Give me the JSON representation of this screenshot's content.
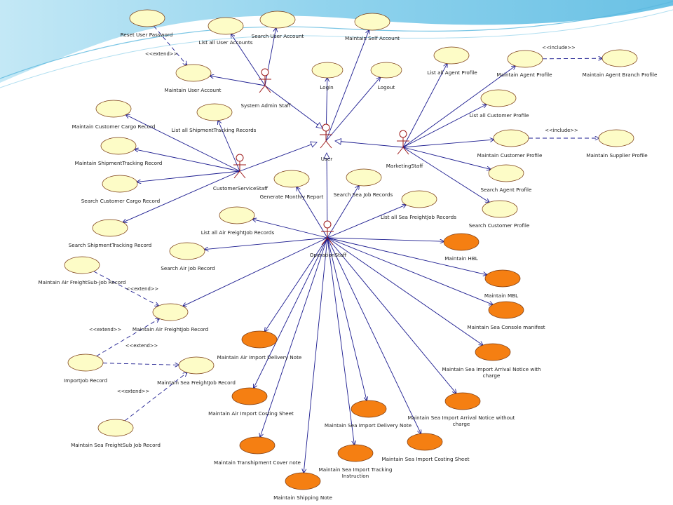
{
  "palette": {
    "plain_fill": "#fdfcc7",
    "highlight_fill": "#f57f12",
    "use_case_stroke": "#7a3a12",
    "actor_color": "#9e1a1a",
    "association_color": "#1b1b8f",
    "header_wave": "#8dd0ea"
  },
  "actors": [
    {
      "id": "admin",
      "label": "System Admin Staff"
    },
    {
      "id": "user",
      "label": "User"
    },
    {
      "id": "marketing",
      "label": "MarketingStaff"
    },
    {
      "id": "css",
      "label": "CustomerServiceStaff"
    },
    {
      "id": "ops",
      "label": "OperationStaff"
    }
  ],
  "use_cases": [
    {
      "id": "reset_pw",
      "label": "Reset User Password",
      "highlight": false
    },
    {
      "id": "list_user",
      "label": "List all User Accounts",
      "highlight": false
    },
    {
      "id": "search_user",
      "label": "Search User Account",
      "highlight": false
    },
    {
      "id": "self_acct",
      "label": "Maintain Self Account",
      "highlight": false
    },
    {
      "id": "maint_user",
      "label": "Maintain User Account",
      "highlight": false
    },
    {
      "id": "login",
      "label": "Login",
      "highlight": false
    },
    {
      "id": "logout",
      "label": "Logout",
      "highlight": false
    },
    {
      "id": "list_agent",
      "label": "List all Agent Profile",
      "highlight": false
    },
    {
      "id": "maint_agent",
      "label": "Maintain Agent Profile",
      "highlight": false
    },
    {
      "id": "agent_branch",
      "label": "Maintain Agent Branch Profile",
      "highlight": false
    },
    {
      "id": "list_cust",
      "label": "List all Customer Profile",
      "highlight": false
    },
    {
      "id": "maint_cust",
      "label": "Maintain Customer Profile",
      "highlight": false
    },
    {
      "id": "supplier",
      "label": "Maintain Supplier Profile",
      "highlight": false
    },
    {
      "id": "search_agent",
      "label": "Search Agent Profile",
      "highlight": false
    },
    {
      "id": "search_cust",
      "label": "Search Customer Profile",
      "highlight": false
    },
    {
      "id": "cust_cargo",
      "label": "Maintain Customer Cargo Record",
      "highlight": false
    },
    {
      "id": "list_ship",
      "label": "List all ShipmentTracking Records",
      "highlight": false
    },
    {
      "id": "maint_ship",
      "label": "Maintain ShipmentTracking Record",
      "highlight": false
    },
    {
      "id": "search_cargo",
      "label": "Search Customer Cargo Record",
      "highlight": false
    },
    {
      "id": "search_ship",
      "label": "Search ShipmentTracking Record",
      "highlight": false
    },
    {
      "id": "gen_report",
      "label": "Generate Monthly Report",
      "highlight": false
    },
    {
      "id": "search_sea",
      "label": "Search Sea Job Records",
      "highlight": false
    },
    {
      "id": "list_sea",
      "label": "List all Sea FreightJob Records",
      "highlight": false
    },
    {
      "id": "list_air",
      "label": "List all Air FreightJob Records",
      "highlight": false
    },
    {
      "id": "search_air",
      "label": "Search Air Job Record",
      "highlight": false
    },
    {
      "id": "air_sub",
      "label": "Maintain Air FreightSub-Job Record",
      "highlight": false
    },
    {
      "id": "air_job",
      "label": "Maintain Air FreightJob Record",
      "highlight": false
    },
    {
      "id": "import_job",
      "label": "ImportJob Record",
      "highlight": false
    },
    {
      "id": "sea_job",
      "label": "Maintain Sea FreightJob Record",
      "highlight": false
    },
    {
      "id": "sea_sub",
      "label": "Maintain Sea FreightSub Job Record",
      "highlight": false
    },
    {
      "id": "hbl",
      "label": "Maintain HBL",
      "highlight": true
    },
    {
      "id": "mbl",
      "label": "Maintain MBL",
      "highlight": true
    },
    {
      "id": "console",
      "label": "Maintain Sea Console manifest",
      "highlight": true
    },
    {
      "id": "arr_charge",
      "label": "Maintain Sea Import Arrival Notice with charge",
      "highlight": true
    },
    {
      "id": "air_delivery",
      "label": "Maintain Air Import Delivery Note",
      "highlight": true
    },
    {
      "id": "air_costing",
      "label": "Maintain Air Import Costing Sheet",
      "highlight": true
    },
    {
      "id": "arr_nocharge",
      "label": "Maintain Sea Import Arrival Notice without charge",
      "highlight": true
    },
    {
      "id": "sea_delivery",
      "label": "Maintain Sea Import Delivery Note",
      "highlight": true
    },
    {
      "id": "sea_costing",
      "label": "Maintain Sea Import Costing Sheet",
      "highlight": true
    },
    {
      "id": "transhipment",
      "label": "Maintain Transhipment Cover note",
      "highlight": true
    },
    {
      "id": "sea_tracking",
      "label": "Maintain Sea Import Tracking Instruction",
      "highlight": true
    },
    {
      "id": "shipping",
      "label": "Maintain Shipping Note",
      "highlight": true
    }
  ],
  "associations": [
    {
      "from": "admin",
      "to": "list_user"
    },
    {
      "from": "admin",
      "to": "search_user"
    },
    {
      "from": "admin",
      "to": "maint_user"
    },
    {
      "from": "marketing",
      "to": "list_agent"
    },
    {
      "from": "marketing",
      "to": "maint_agent"
    },
    {
      "from": "marketing",
      "to": "list_cust"
    },
    {
      "from": "marketing",
      "to": "maint_cust"
    },
    {
      "from": "marketing",
      "to": "search_agent"
    },
    {
      "from": "marketing",
      "to": "search_cust"
    },
    {
      "from": "css",
      "to": "cust_cargo"
    },
    {
      "from": "css",
      "to": "list_ship"
    },
    {
      "from": "css",
      "to": "maint_ship"
    },
    {
      "from": "css",
      "to": "search_cargo"
    },
    {
      "from": "css",
      "to": "search_ship"
    },
    {
      "from": "user",
      "to": "login"
    },
    {
      "from": "user",
      "to": "logout"
    },
    {
      "from": "user",
      "to": "self_acct"
    },
    {
      "from": "ops",
      "to": "gen_report"
    },
    {
      "from": "ops",
      "to": "search_sea"
    },
    {
      "from": "ops",
      "to": "list_sea"
    },
    {
      "from": "ops",
      "to": "list_air"
    },
    {
      "from": "ops",
      "to": "search_air"
    },
    {
      "from": "ops",
      "to": "air_job"
    },
    {
      "from": "ops",
      "to": "hbl"
    },
    {
      "from": "ops",
      "to": "mbl"
    },
    {
      "from": "ops",
      "to": "console"
    },
    {
      "from": "ops",
      "to": "arr_charge"
    },
    {
      "from": "ops",
      "to": "air_delivery"
    },
    {
      "from": "ops",
      "to": "air_costing"
    },
    {
      "from": "ops",
      "to": "arr_nocharge"
    },
    {
      "from": "ops",
      "to": "sea_delivery"
    },
    {
      "from": "ops",
      "to": "sea_costing"
    },
    {
      "from": "ops",
      "to": "transhipment"
    },
    {
      "from": "ops",
      "to": "sea_tracking"
    },
    {
      "from": "ops",
      "to": "shipping"
    }
  ],
  "generalizations": [
    {
      "from": "admin",
      "to": "user"
    },
    {
      "from": "css",
      "to": "user"
    },
    {
      "from": "marketing",
      "to": "user"
    },
    {
      "from": "ops",
      "to": "user"
    }
  ],
  "dependencies": [
    {
      "id": "d1",
      "from": "reset_pw",
      "to": "maint_user",
      "label": "<<extend>>"
    },
    {
      "id": "d2",
      "from": "maint_agent",
      "to": "agent_branch",
      "label": "<<include>>"
    },
    {
      "id": "d3",
      "from": "maint_cust",
      "to": "supplier",
      "label": "<<include>>"
    },
    {
      "id": "d4",
      "from": "air_sub",
      "to": "air_job",
      "label": "<<extend>>"
    },
    {
      "id": "d5",
      "from": "import_job",
      "to": "air_job",
      "label": "<<extend>>"
    },
    {
      "id": "d6",
      "from": "import_job",
      "to": "sea_job",
      "label": "<<extend>>"
    },
    {
      "id": "d7",
      "from": "sea_sub",
      "to": "sea_job",
      "label": "<<extend>>"
    }
  ]
}
